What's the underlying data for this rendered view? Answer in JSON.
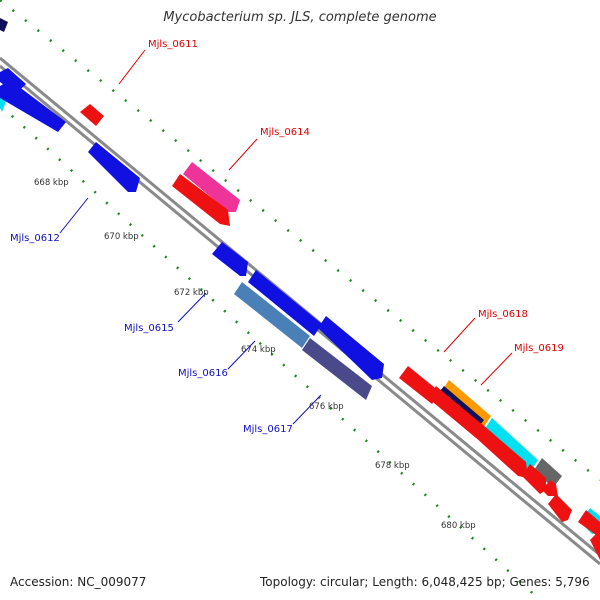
{
  "title": "Mycobacterium sp. JLS, complete genome",
  "footer": {
    "accession": "Accession: NC_009077",
    "summary": "Topology: circular; Length: 6,048,425 bp; Genes: 5,796"
  },
  "ticks": [
    "668 kbp",
    "670 kbp",
    "672 kbp",
    "674 kbp",
    "676 kbp",
    "678 kbp",
    "680 kbp"
  ],
  "gene_labels": [
    {
      "text": "Mjls_0611",
      "color": "#e00000"
    },
    {
      "text": "Mjls_0614",
      "color": "#e00000"
    },
    {
      "text": "Mjls_0612",
      "color": "#1010c0"
    },
    {
      "text": "Mjls_0615",
      "color": "#1010c0"
    },
    {
      "text": "Mjls_0616",
      "color": "#1010c0"
    },
    {
      "text": "Mjls_0617",
      "color": "#1010c0"
    },
    {
      "text": "Mjls_0618",
      "color": "#e00000"
    },
    {
      "text": "Mjls_0619",
      "color": "#e00000"
    }
  ],
  "colors": {
    "backbone": "#8a8a8a",
    "tick_marks": "#1a8a1a",
    "forward_cds": "#1010e0",
    "reverse_cds": "#ee1111",
    "magenta": "#ee3399",
    "steelblue": "#4a7fb8",
    "slate": "#4a4a8a",
    "orange": "#ff9900",
    "navy": "#10105a",
    "cyan": "#00e0f0",
    "gray": "#666666"
  }
}
